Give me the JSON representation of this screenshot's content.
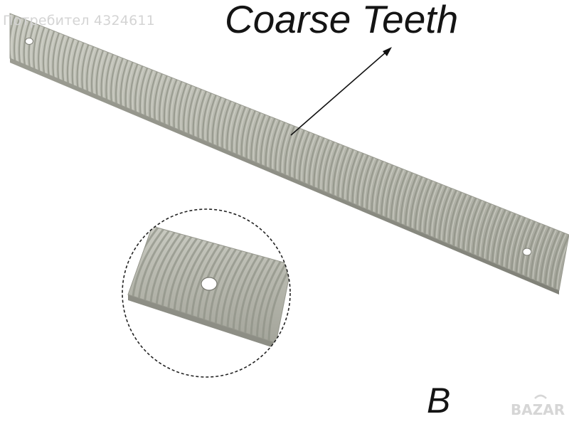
{
  "watermark_text": "Потребител 4324611",
  "callout_label": "Coarse Teeth",
  "variant_letter": "B",
  "brand_logo_text": "BAZAR",
  "colors": {
    "background": "#ffffff",
    "blade_fill": "#b7b8ae",
    "blade_groove": "#8f9186",
    "text": "#141414",
    "watermark": "#d4d4d4"
  }
}
